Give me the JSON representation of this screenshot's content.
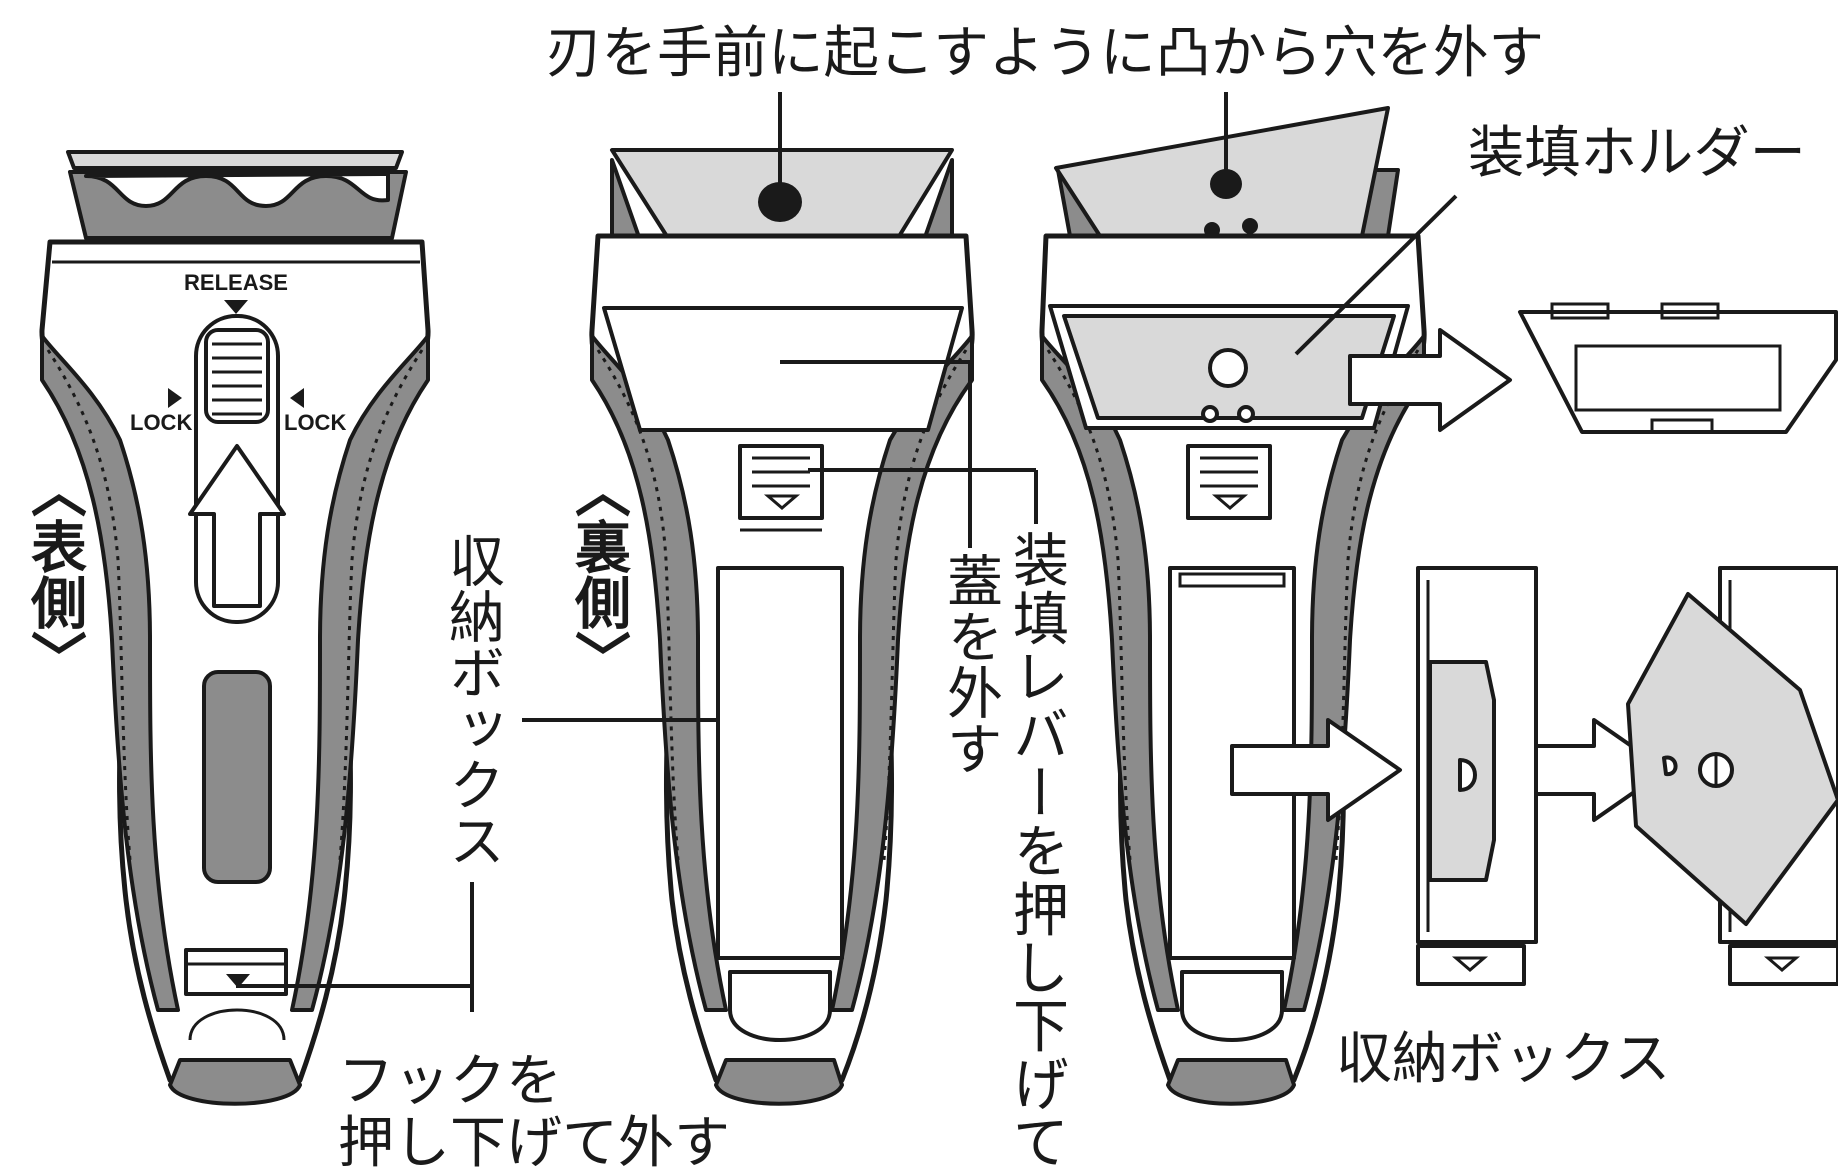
{
  "labels": {
    "top_instruction": "刃を手前に起こすように凸から穴を外す",
    "loading_holder": "装填ホルダー",
    "front_side": "〈表側〉",
    "back_side": "〈裏側〉",
    "storage_box_vertical": "収納ボックス",
    "lid_remove": "蓋を外す",
    "lever_push": "装填レバーを押し下げて",
    "hook_line1": "フックを",
    "hook_line2": "押し下げて外す",
    "storage_box_bottom": "収納ボックス",
    "release": "RELEASE",
    "lock_left": "LOCK",
    "lock_right": "LOCK"
  },
  "colors": {
    "outline": "#1a1a1a",
    "grip_gray": "#8c8c8c",
    "blade_gray": "#d9d9d9",
    "background": "#ffffff"
  }
}
